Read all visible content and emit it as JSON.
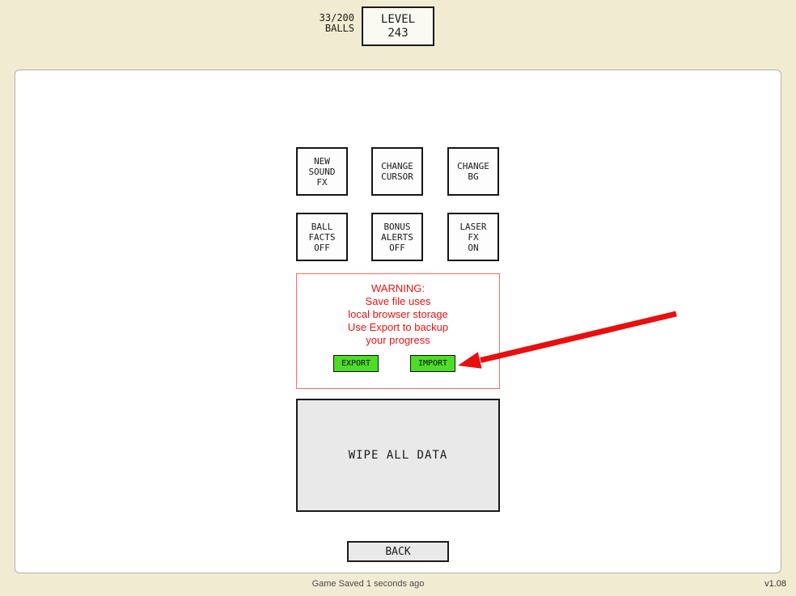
{
  "header": {
    "balls_count": "33/200",
    "balls_label": "BALLS",
    "level_label": "LEVEL",
    "level_value": "243"
  },
  "panel": {
    "option_buttons": [
      {
        "id": "new-sound-fx",
        "lines": [
          "NEW",
          "SOUND",
          "FX"
        ]
      },
      {
        "id": "change-cursor",
        "lines": [
          "CHANGE",
          "CURSOR"
        ]
      },
      {
        "id": "change-bg",
        "lines": [
          "CHANGE",
          "BG"
        ]
      },
      {
        "id": "ball-facts",
        "lines": [
          "BALL",
          "FACTS",
          "OFF"
        ]
      },
      {
        "id": "bonus-alerts",
        "lines": [
          "BONUS",
          "ALERTS",
          "OFF"
        ]
      },
      {
        "id": "laser-fx",
        "lines": [
          "LASER",
          "FX",
          "ON"
        ]
      }
    ],
    "warning": {
      "lines": [
        "WARNING:",
        "Save file uses",
        "local browser storage",
        "Use Export to backup",
        "your progress"
      ],
      "export_label": "EXPORT",
      "import_label": "IMPORT"
    },
    "wipe_label": "WIPE ALL DATA",
    "back_label": "BACK"
  },
  "footer": {
    "save_status": "Game Saved 1 seconds ago",
    "version": "v1.08"
  },
  "colors": {
    "background_beige": "#f1ebd2",
    "warning_red": "#ee1111",
    "warning_border": "#ff6a5a",
    "button_green": "#4ddd26",
    "arrow_red": "#e90f0f"
  }
}
